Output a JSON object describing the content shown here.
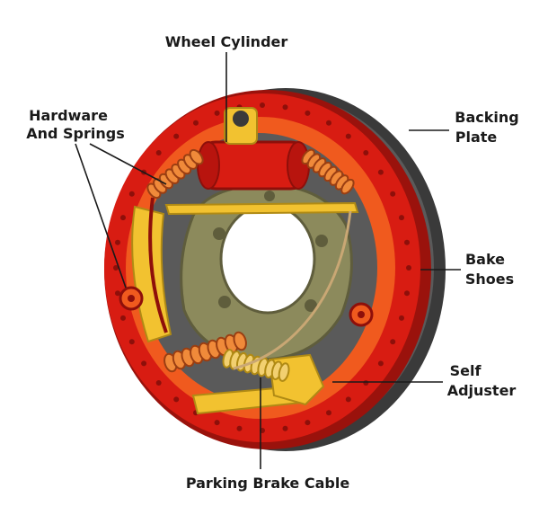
{
  "labels": {
    "wheel_cylinder": "Wheel Cylinder",
    "hardware_line1": "Hardware",
    "hardware_line2": "And Springs",
    "backing_line1": "Backing",
    "backing_line2": "Plate",
    "shoes_line1": "Bake",
    "shoes_line2": "Shoes",
    "adjuster_line1": "Self",
    "adjuster_line2": "Adjuster",
    "parking_cable": "Parking Brake Cable"
  },
  "colors": {
    "backing_plate": "#4a4a4a",
    "backing_plate_rim": "#2e2e2e",
    "shoe_red": "#d81c12",
    "shoe_dark": "#8e0f0a",
    "lining_orange": "#f05a1e",
    "hub_olive": "#8c8a5c",
    "hub_dark": "#5f5d3c",
    "spring_orange": "#f08a3a",
    "spring_dark": "#9a3e12",
    "yellow_parts": "#f2c230",
    "yellow_dark": "#b08a14",
    "text": "#1a1a1a"
  }
}
